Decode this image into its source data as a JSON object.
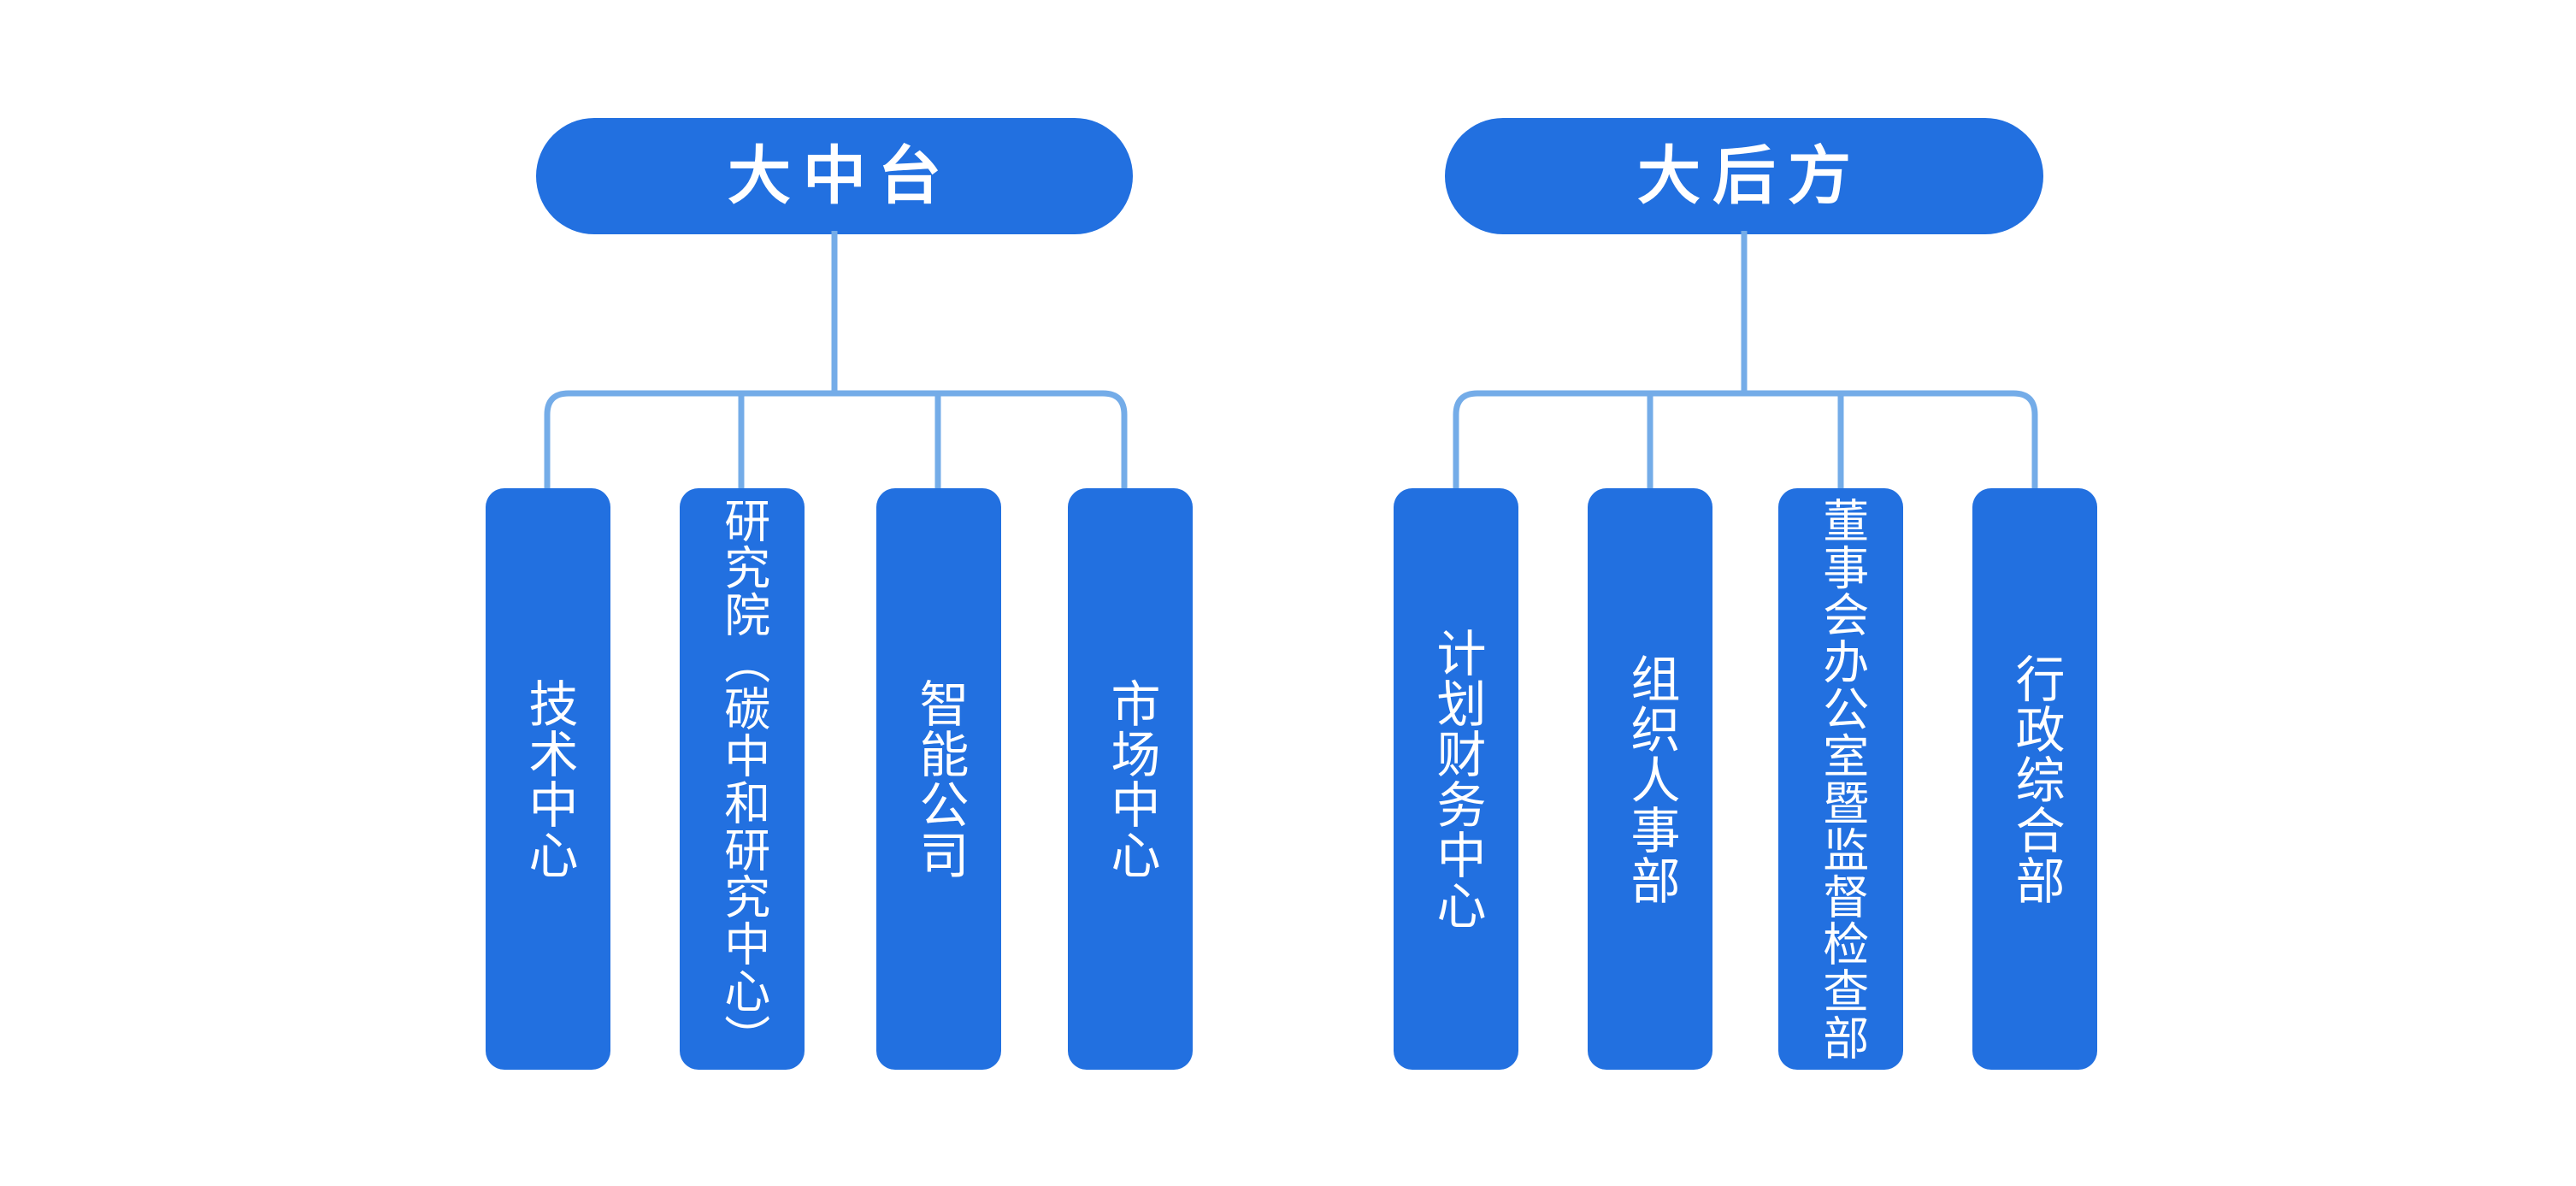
{
  "chart_data": {
    "type": "diagram",
    "subtype": "organization-chart",
    "title": "",
    "orientation": "top-down",
    "text_direction": "vertical-rl",
    "colors": {
      "background": "#ffffff",
      "node_fill": "#2270e0",
      "node_text": "#ffffff",
      "connector": "#74ace8"
    },
    "groups": [
      {
        "id": "group-mid-platform",
        "root": {
          "label": "大中台",
          "shape": "pill"
        },
        "children": [
          {
            "label": "技术中心",
            "columns": 1
          },
          {
            "label": "研究院（碳中和研究中心）",
            "columns": 2
          },
          {
            "label": "智能公司",
            "columns": 1
          },
          {
            "label": "市场中心",
            "columns": 1
          }
        ]
      },
      {
        "id": "group-rear-support",
        "root": {
          "label": "大后方",
          "shape": "pill"
        },
        "children": [
          {
            "label": "计划财务中心",
            "columns": 1
          },
          {
            "label": "组织人事部",
            "columns": 1
          },
          {
            "label": "董事会办公室暨监督检查部",
            "columns": 2
          },
          {
            "label": "行政综合部",
            "columns": 1
          }
        ]
      }
    ]
  },
  "groups": [
    {
      "root_label": "大中台",
      "children": [
        {
          "label": "技术中心"
        },
        {
          "label": "研究院（碳中和研究中心）"
        },
        {
          "label": "智能公司"
        },
        {
          "label": "市场中心"
        }
      ]
    },
    {
      "root_label": "大后方",
      "children": [
        {
          "label": "计划财务中心"
        },
        {
          "label": "组织人事部"
        },
        {
          "label": "董事会办公室暨监督检查部"
        },
        {
          "label": "行政综合部"
        }
      ]
    }
  ]
}
